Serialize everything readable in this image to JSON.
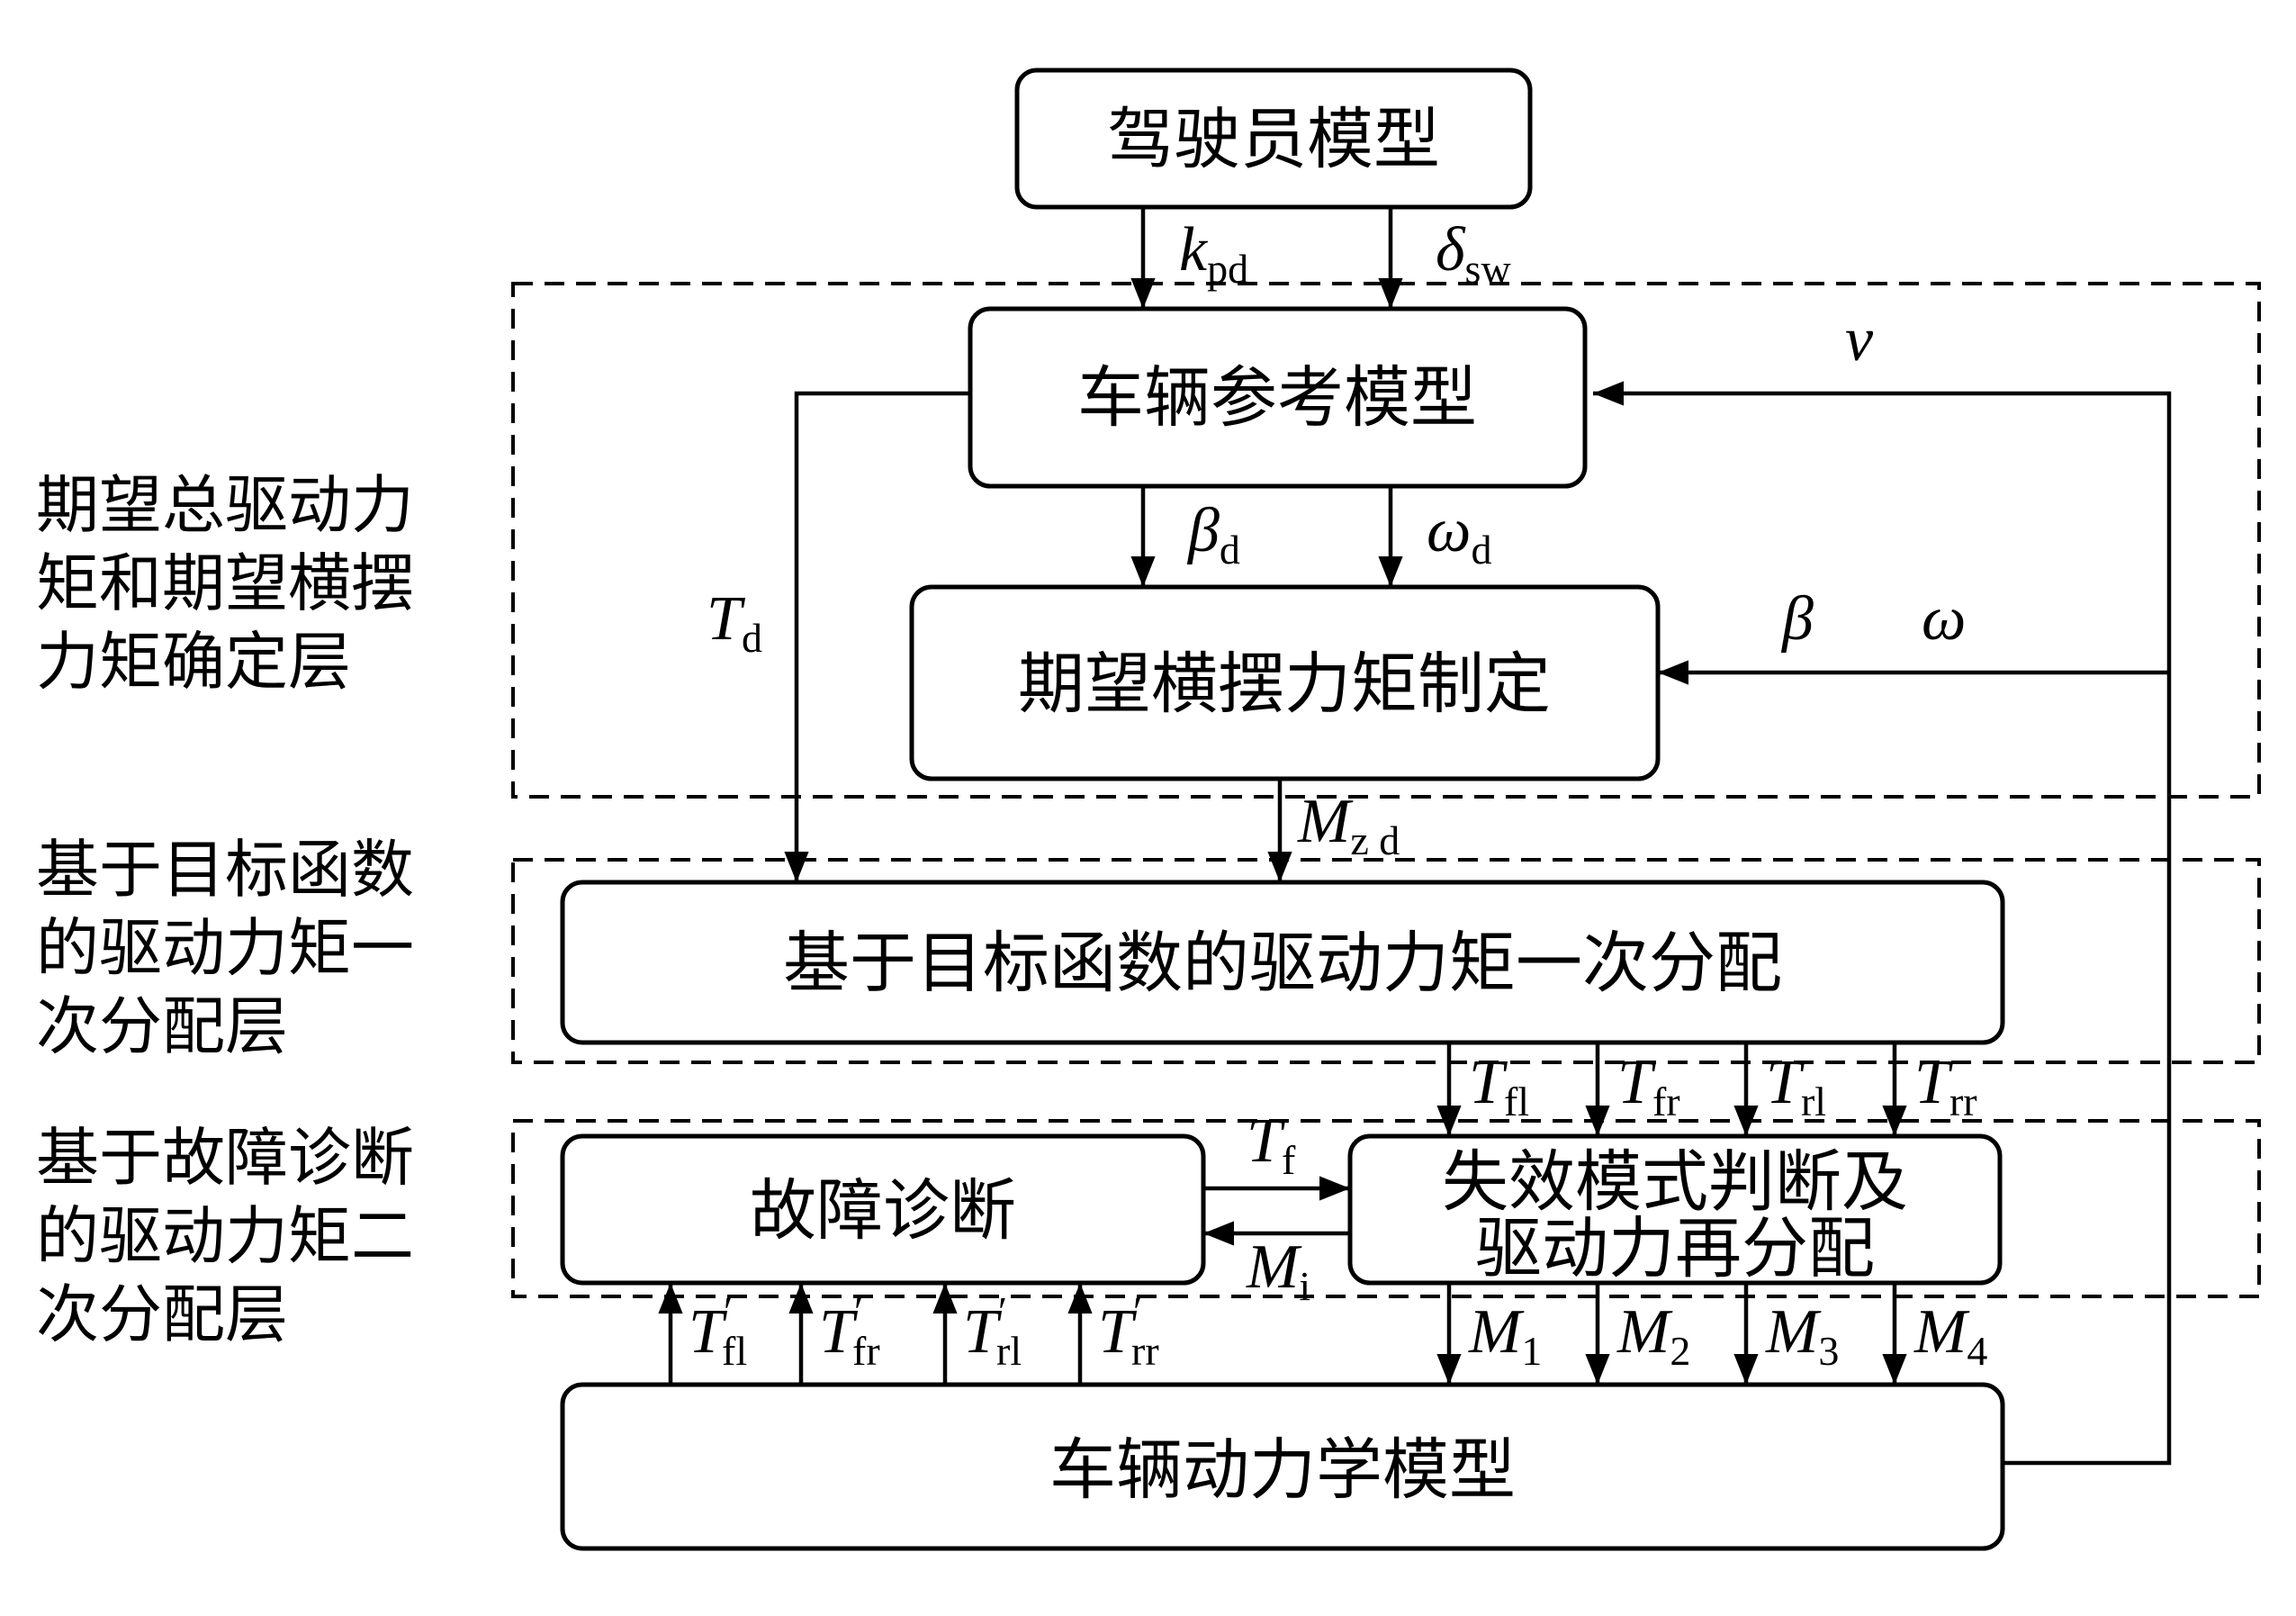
{
  "blocks": {
    "driver_model": "驾驶员模型",
    "vehicle_reference_model": "车辆参考模型",
    "desired_yaw_moment": "期望横摆力矩制定",
    "primary_allocation": "基于目标函数的驱动力矩一次分配",
    "fault_diagnosis": "故障诊断",
    "failure_mode_line1": "失效模式判断及",
    "failure_mode_line2": "驱动力再分配",
    "vehicle_dynamics_model": "车辆动力学模型"
  },
  "layers": {
    "layer1": [
      "期望总驱动力",
      "矩和期望横摆",
      "力矩确定层"
    ],
    "layer2": [
      "基于目标函数",
      "的驱动力矩一",
      "次分配层"
    ],
    "layer3": [
      "基于故障诊断",
      "的驱动力矩二",
      "次分配层"
    ]
  },
  "signals": {
    "kpd": {
      "main": "k",
      "sub": "pd"
    },
    "delta_sw": {
      "main": "δ",
      "sub": "sw"
    },
    "v": {
      "main": "v",
      "sub": ""
    },
    "beta_d": {
      "main": "β",
      "sub": "d"
    },
    "omega_d": {
      "main": "ω",
      "sub": "d"
    },
    "beta": {
      "main": "β",
      "sub": ""
    },
    "omega": {
      "main": "ω",
      "sub": ""
    },
    "Td": {
      "main": "T",
      "sub": "d"
    },
    "Mzd": {
      "main": "M",
      "sub": "z d"
    },
    "Tfl": {
      "main": "T",
      "sub": "fl"
    },
    "Tfr": {
      "main": "T",
      "sub": "fr"
    },
    "Trl": {
      "main": "T",
      "sub": "rl"
    },
    "Trr": {
      "main": "T",
      "sub": "rr"
    },
    "Tf": {
      "main": "T",
      "sub": "f"
    },
    "Mi": {
      "main": "M",
      "sub": "i"
    },
    "Tfl_prime": {
      "main": "T",
      "sub": "fl",
      "prime": "′"
    },
    "Tfr_prime": {
      "main": "T",
      "sub": "fr",
      "prime": "′"
    },
    "Trl_prime": {
      "main": "T",
      "sub": "rl",
      "prime": "′"
    },
    "Trr_prime": {
      "main": "T",
      "sub": "rr",
      "prime": "′"
    },
    "M1": {
      "main": "M",
      "sub": "1"
    },
    "M2": {
      "main": "M",
      "sub": "2"
    },
    "M3": {
      "main": "M",
      "sub": "3"
    },
    "M4": {
      "main": "M",
      "sub": "4"
    }
  }
}
